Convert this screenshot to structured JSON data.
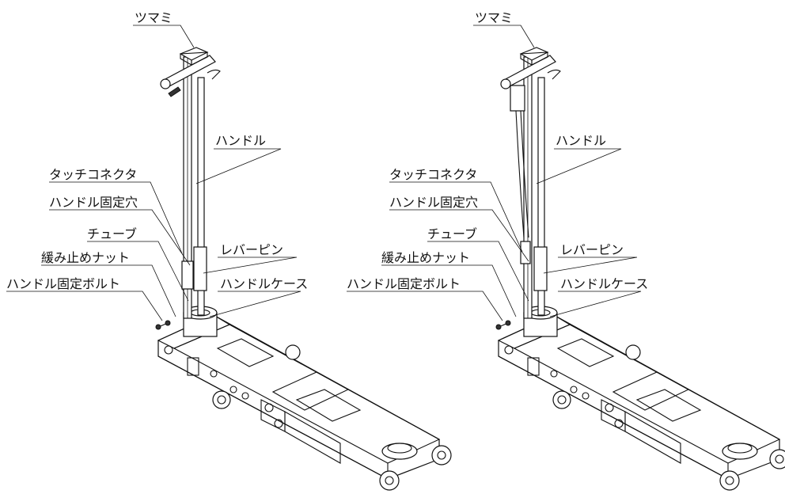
{
  "diagram": {
    "left": {
      "labels": {
        "knob": "ツマミ",
        "handle": "ハンドル",
        "touch_connector": "タッチコネクタ",
        "handle_fix_hole": "ハンドル固定穴",
        "tube": "チューブ",
        "lock_nut": "緩み止めナット",
        "handle_fix_bolt": "ハンドル固定ボルト",
        "lever_pin": "レバーピン",
        "handle_case": "ハンドルケース"
      }
    },
    "right": {
      "labels": {
        "knob": "ツマミ",
        "handle": "ハンドル",
        "touch_connector": "タッチコネクタ",
        "handle_fix_hole": "ハンドル固定穴",
        "tube": "チューブ",
        "lock_nut": "緩み止めナット",
        "handle_fix_bolt": "ハンドル固定ボルト",
        "lever_pin": "レバーピン",
        "handle_case": "ハンドルケース"
      }
    }
  }
}
